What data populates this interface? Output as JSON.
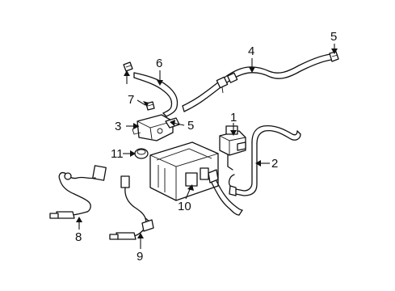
{
  "diagram": {
    "callouts": [
      {
        "id": "1",
        "label": "1"
      },
      {
        "id": "2",
        "label": "2"
      },
      {
        "id": "3",
        "label": "3"
      },
      {
        "id": "4",
        "label": "4"
      },
      {
        "id": "5a",
        "label": "5"
      },
      {
        "id": "5b",
        "label": "5"
      },
      {
        "id": "6",
        "label": "6"
      },
      {
        "id": "7",
        "label": "7"
      },
      {
        "id": "8",
        "label": "8"
      },
      {
        "id": "9",
        "label": "9"
      },
      {
        "id": "10",
        "label": "10"
      },
      {
        "id": "11",
        "label": "11"
      }
    ]
  }
}
